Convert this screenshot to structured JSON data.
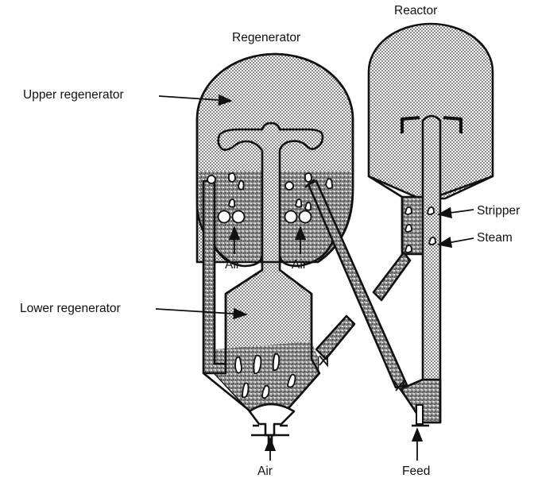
{
  "diagram": {
    "title": "",
    "labels": {
      "regenerator": "Regenerator",
      "reactor": "Reactor",
      "upper_regenerator": "Upper regenerator",
      "lower_regenerator": "Lower regenerator",
      "stripper": "Stripper",
      "steam": "Steam",
      "air_left": "Air",
      "air_right": "Air",
      "air_bottom": "Air",
      "feed": "Feed"
    },
    "colors": {
      "ink": "#111111",
      "background": "#ffffff",
      "dilute_fill": "#d9d9d9",
      "dense_fill": "#9a9a9a"
    }
  }
}
